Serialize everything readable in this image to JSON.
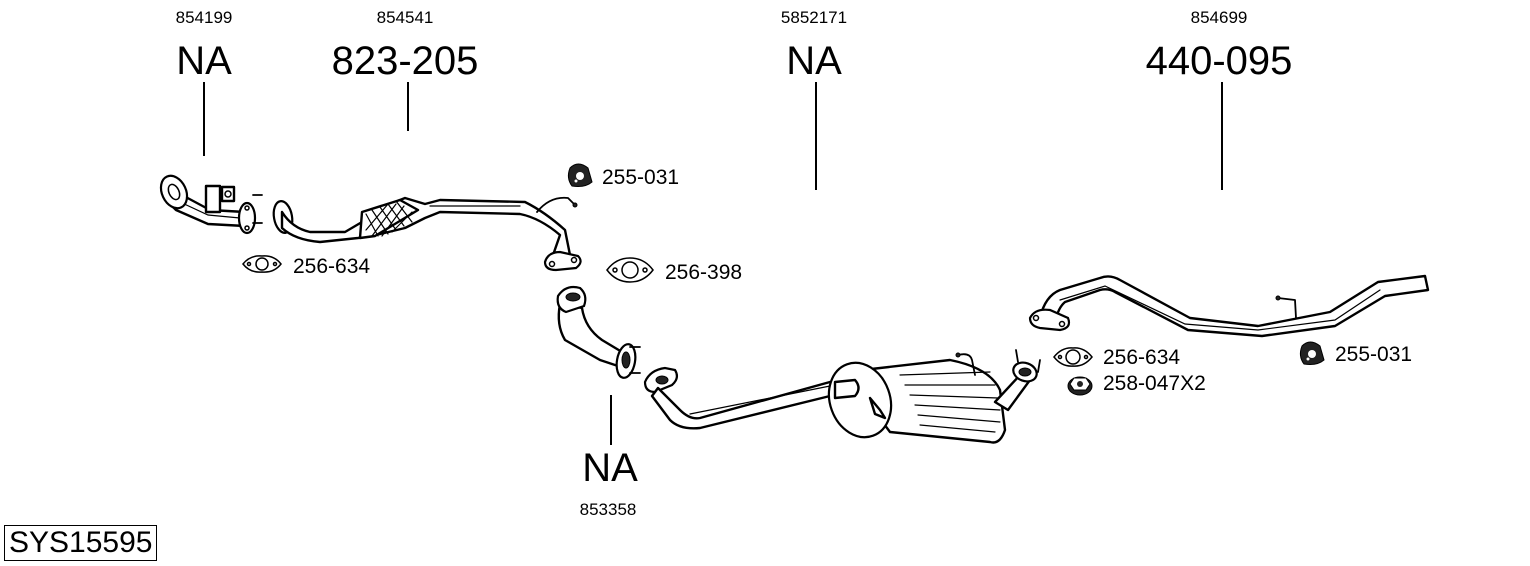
{
  "diagram_id": "SYS15595",
  "parts": [
    {
      "oe_number": "854199",
      "part_number": "NA"
    },
    {
      "oe_number": "854541",
      "part_number": "823-205"
    },
    {
      "oe_number": "5852171",
      "part_number": "NA"
    },
    {
      "oe_number": "854699",
      "part_number": "440-095"
    },
    {
      "oe_number": "853358",
      "part_number": "NA"
    }
  ],
  "accessories": [
    {
      "part_number": "255-031",
      "icon": "rubber-hanger-icon"
    },
    {
      "part_number": "256-634",
      "icon": "gasket-icon"
    },
    {
      "part_number": "256-398",
      "icon": "gasket-icon"
    },
    {
      "part_number": "256-634",
      "icon": "gasket-icon"
    },
    {
      "part_number": "258-047X2",
      "icon": "flange-nut-icon"
    },
    {
      "part_number": "255-031",
      "icon": "rubber-hanger-icon"
    }
  ]
}
